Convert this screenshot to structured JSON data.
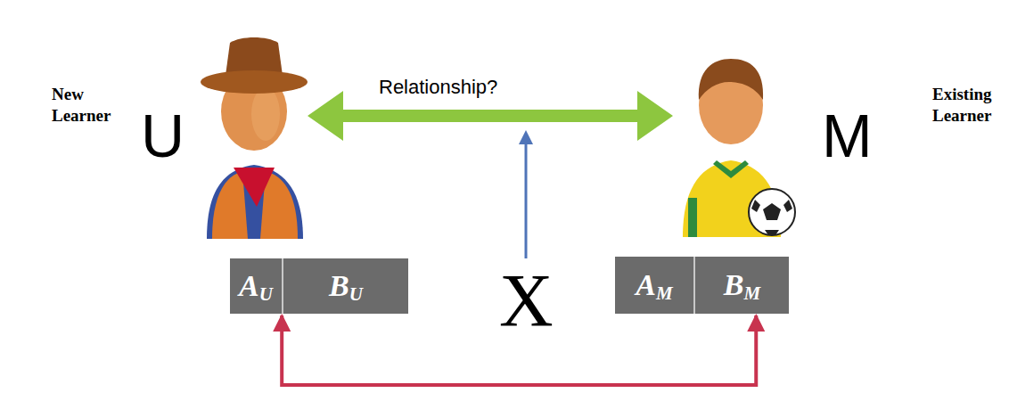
{
  "diagram": {
    "nodes": [
      {
        "text": [
          "A",
          "U"
        ]
      },
      {
        "text": [
          "B",
          "U"
        ]
      },
      {
        "text": [
          "A",
          "M"
        ]
      },
      {
        "text": [
          "B",
          "M"
        ]
      }
    ],
    "edges": [
      {
        "from": 0,
        "to": 3,
        "arrow": "both"
      }
    ],
    "labels": [
      "New Learner",
      "U",
      "Relationship?",
      "X",
      "M",
      "Existing Learner"
    ]
  }
}
